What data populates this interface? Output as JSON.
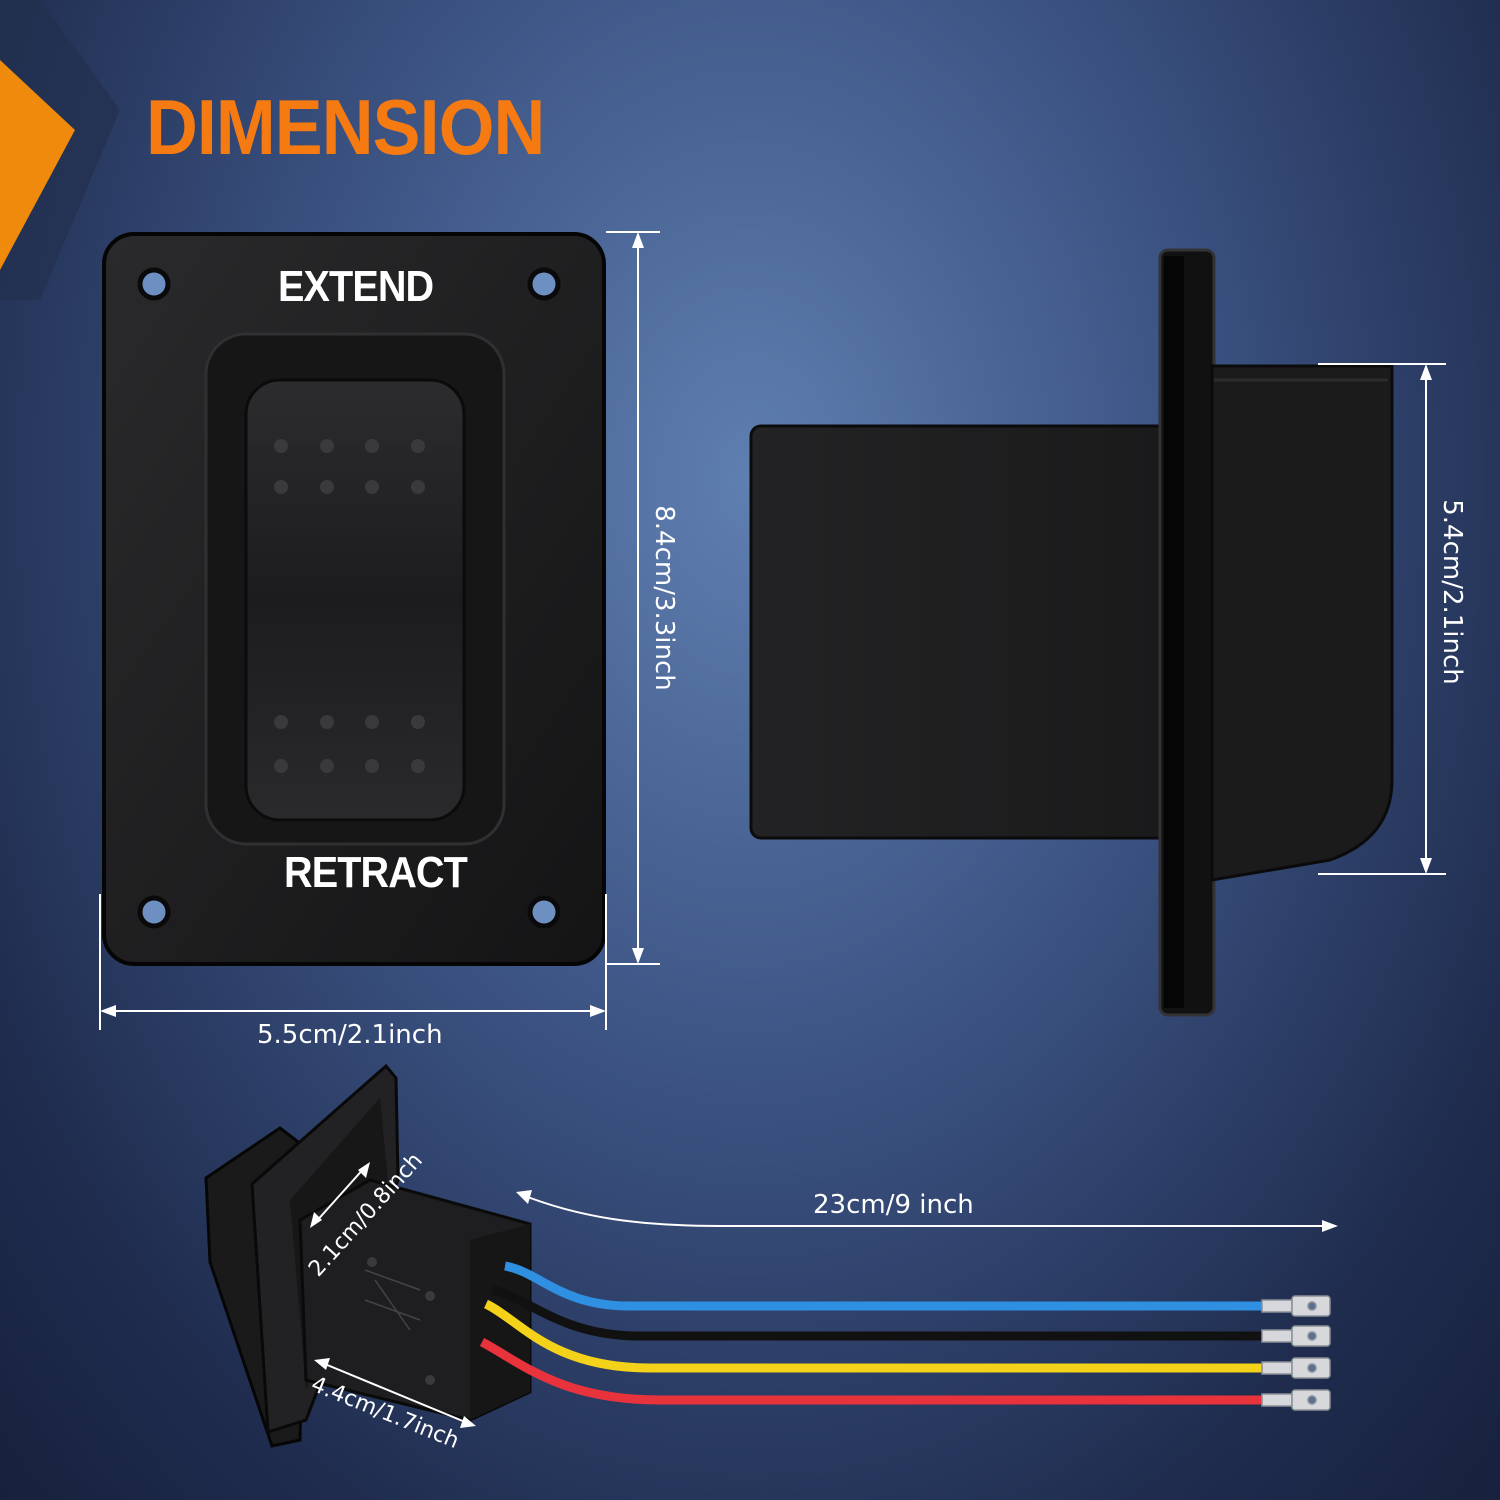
{
  "title": "DIMENSION",
  "panel": {
    "top_label": "EXTEND",
    "bottom_label": "RETRACT"
  },
  "dimensions": {
    "height": "8.4cm/3.3inch",
    "width": "5.5cm/2.1inch",
    "body_height": "5.4cm/2.1inch",
    "wire_length": "23cm/9 inch",
    "depth_a": "2.1cm/0.8inch",
    "depth_b": "4.4cm/1.7inch"
  },
  "colors": {
    "accent": "#f57a12",
    "wire_blue": "#2f8fe0",
    "wire_black": "#111111",
    "wire_yellow": "#f5d21a",
    "wire_red": "#e8333c"
  }
}
